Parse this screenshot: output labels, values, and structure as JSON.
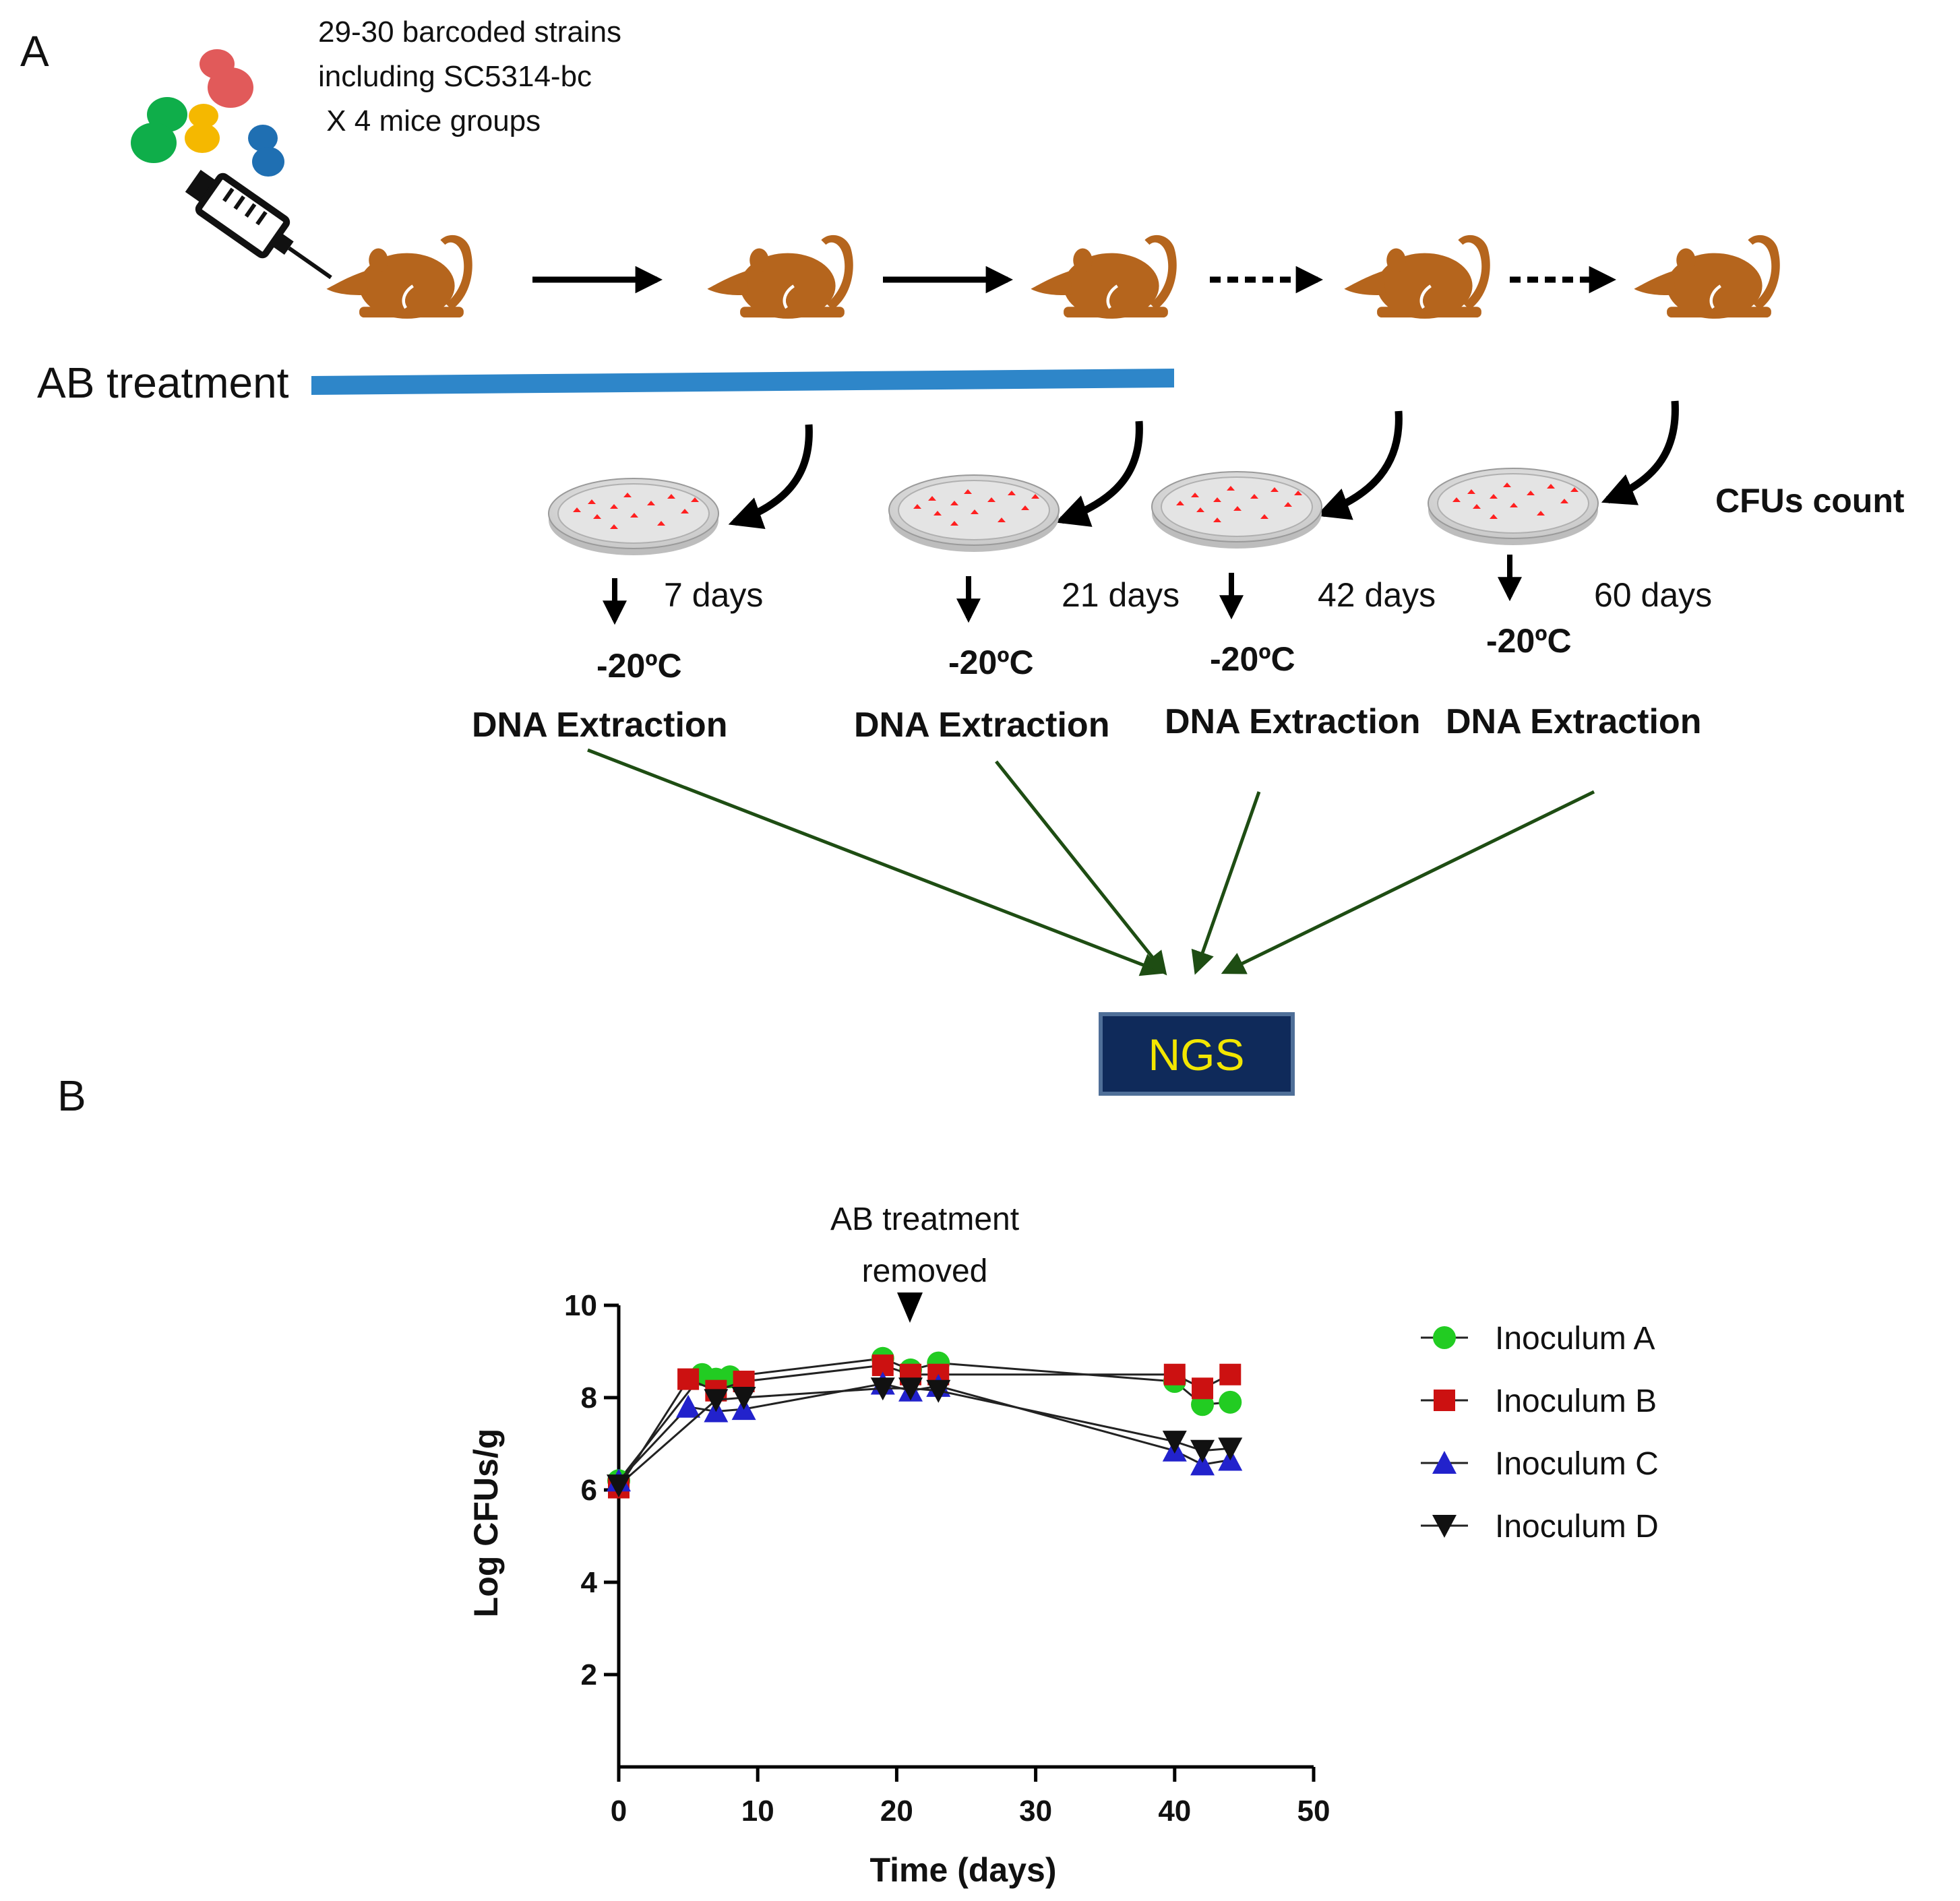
{
  "panel_a": {
    "label": "A",
    "strains_text": [
      "29-30 barcoded strains",
      "including SC5314-bc",
      " X 4 mice groups"
    ],
    "ab_treatment_label": "AB treatment",
    "cfu_label": "CFUs count",
    "timepoints": [
      {
        "days": "7 days",
        "temp": "-20ºC",
        "step": "DNA Extraction"
      },
      {
        "days": "21 days",
        "temp": "-20ºC",
        "step": "DNA Extraction"
      },
      {
        "days": "42 days",
        "temp": "-20ºC",
        "step": "DNA Extraction"
      },
      {
        "days": "60 days",
        "temp": "-20ºC",
        "step": "DNA Extraction"
      }
    ],
    "ngs_label": "NGS",
    "colors": {
      "mouse": "#b5651d",
      "ab_bar": "#2e86c9",
      "ngs_box": "#0f2a5a",
      "ngs_text": "#f2e600",
      "green_arrow": "#1e4d13"
    }
  },
  "panel_b": {
    "label": "B",
    "annotation": [
      "AB treatment",
      "removed"
    ]
  },
  "chart_data": {
    "type": "line",
    "xlabel": "Time (days)",
    "ylabel": "Log CFUs/g",
    "xlim": [
      0,
      50
    ],
    "ylim": [
      0,
      10
    ],
    "xticks": [
      0,
      10,
      20,
      30,
      40,
      50
    ],
    "yticks": [
      2,
      4,
      6,
      8,
      10
    ],
    "legend_position": "right",
    "series": [
      {
        "name": "Inoculum A",
        "color": "#22cc22",
        "marker": "circle",
        "x": [
          0,
          6,
          7,
          8,
          19,
          21,
          23,
          40,
          42,
          44
        ],
        "y": [
          6.2,
          8.5,
          8.4,
          8.45,
          8.85,
          8.6,
          8.75,
          8.35,
          7.85,
          7.9
        ]
      },
      {
        "name": "Inoculum B",
        "color": "#cc1111",
        "marker": "square",
        "x": [
          0,
          5,
          7,
          9,
          19,
          21,
          23,
          40,
          42,
          44
        ],
        "y": [
          6.05,
          8.4,
          8.15,
          8.35,
          8.7,
          8.5,
          8.5,
          8.5,
          8.2,
          8.5
        ]
      },
      {
        "name": "Inoculum C",
        "color": "#2222cc",
        "marker": "triangle-up",
        "x": [
          0,
          5,
          7,
          9,
          19,
          21,
          23,
          40,
          42,
          44
        ],
        "y": [
          6.2,
          7.8,
          7.7,
          7.75,
          8.3,
          8.15,
          8.25,
          6.85,
          6.55,
          6.65
        ]
      },
      {
        "name": "Inoculum D",
        "color": "#111111",
        "marker": "triangle-down",
        "x": [
          0,
          7,
          9,
          19,
          21,
          23,
          40,
          42,
          44
        ],
        "y": [
          6.1,
          7.95,
          8.0,
          8.2,
          8.2,
          8.15,
          7.05,
          6.85,
          6.9
        ]
      }
    ]
  }
}
